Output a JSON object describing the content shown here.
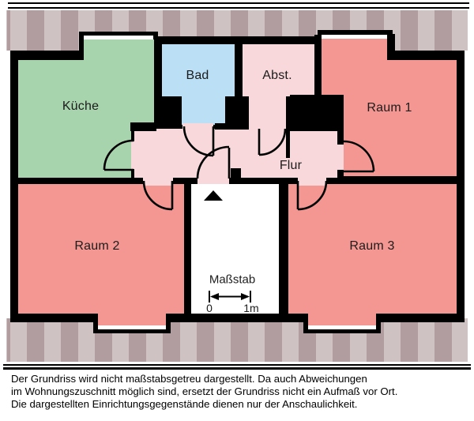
{
  "colors": {
    "kueche": "#a8d4ad",
    "bad": "#bbdff5",
    "abst": "#f8d8da",
    "flur": "#f8d8da",
    "raum": "#f49792",
    "wall": "#000000",
    "window": "#ffffff",
    "corridor": "#ffffff",
    "stripe_light": "#cec2c2",
    "stripe_dark": "#b19da0"
  },
  "rooms": {
    "kueche": {
      "label": "Küche"
    },
    "bad": {
      "label": "Bad"
    },
    "abst": {
      "label": "Abst."
    },
    "raum1": {
      "label": "Raum 1"
    },
    "flur": {
      "label": "Flur"
    },
    "raum2": {
      "label": "Raum 2"
    },
    "raum3": {
      "label": "Raum 3"
    }
  },
  "scale": {
    "label": "Maßstab",
    "start": "0",
    "end": "1m"
  },
  "disclaimer": {
    "line1": "Der Grundriss wird nicht maßstabsgetreu dargestellt. Da auch Abweichungen",
    "line2": "im Wohnungszuschnitt möglich sind, ersetzt der Grundriss nicht ein Aufmaß vor Ort.",
    "line3": "Die dargestellten Einrichtungsgegenstände dienen nur der Anschaulichkeit."
  }
}
